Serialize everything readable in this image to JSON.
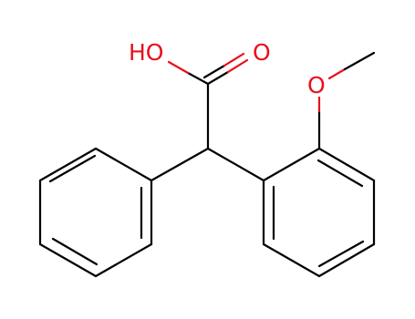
{
  "molecule": {
    "atoms": {
      "hydroxyl": "HO",
      "carbonyl_oxygen": "O",
      "ether_oxygen": "O"
    },
    "colors": {
      "bond": "#000000",
      "oxygen": "#e8101c",
      "background": "#ffffff"
    }
  }
}
